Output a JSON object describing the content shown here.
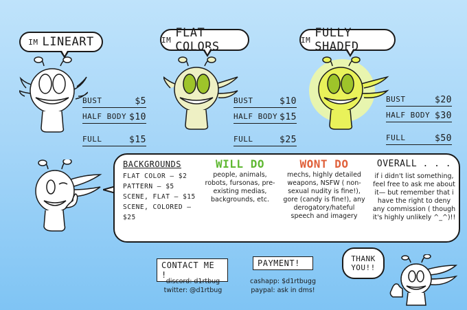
{
  "tiers": [
    {
      "im": "IM",
      "name": "LINEART",
      "prices": [
        {
          "label": "BUST",
          "amount": "$5"
        },
        {
          "label": "HALF BODY",
          "amount": "$10"
        },
        {
          "label": "FULL",
          "amount": "$15"
        }
      ]
    },
    {
      "im": "IM",
      "name": "FLAT COLORS",
      "prices": [
        {
          "label": "BUST",
          "amount": "$10"
        },
        {
          "label": "HALF BODY",
          "amount": "$15"
        },
        {
          "label": "FULL",
          "amount": "$25"
        }
      ]
    },
    {
      "im": "IM",
      "name": "FULLY SHADED",
      "prices": [
        {
          "label": "BUST",
          "amount": "$20"
        },
        {
          "label": "HALF BODY",
          "amount": "$30"
        },
        {
          "label": "FULL",
          "amount": "$50"
        }
      ]
    }
  ],
  "backgrounds": {
    "title": "BACKGROUNDS",
    "items": [
      "FLAT COLOR – $2",
      "PATTERN – $5",
      "SCENE, FLAT – $15",
      "SCENE, COLORED – $25"
    ]
  },
  "will_do": {
    "title": "WILL DO",
    "text": "people, animals, robots, fursonas, pre-existing medias, backgrounds, etc."
  },
  "wont_do": {
    "title": "WONT DO",
    "text": "mechs, highly detailed weapons, NSFW ( non-sexual nudity is fine!), gore (candy is fine!), any derogatory/hateful speech and imagery"
  },
  "overall": {
    "title": "OVERALL . . .",
    "text": "if i didn't list something, feel free to ask me about it— but remember that i have the right to deny any commission ( though it's highly unlikely ^_^)!!"
  },
  "contact": {
    "title": "CONTACT ME !",
    "discord": "discord: d1rtbug",
    "twitter": "twitter: @d1rtbug"
  },
  "payment": {
    "title": "PAYMENT!",
    "cashapp": "cashapp: $d1rtbugg",
    "paypal": "paypal: ask in dms!"
  },
  "thanks": "THANK YOU!!",
  "colors": {
    "flat_body": "#eef0c4",
    "flat_eye": "#9ec42a",
    "shaded_body": "#e9f25a",
    "shaded_glow": "#f6fb9c",
    "will_do": "#5fb832",
    "wont_do": "#e0603a"
  }
}
